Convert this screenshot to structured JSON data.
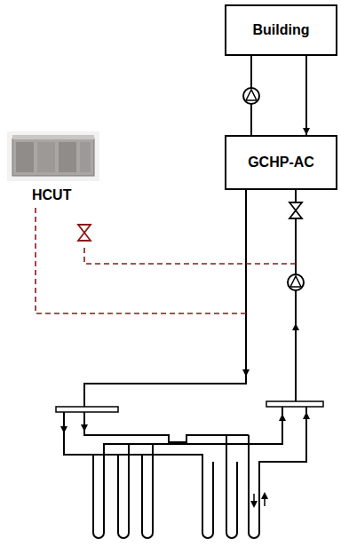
{
  "diagram": {
    "nodes": [
      {
        "text": [
          "Building"
        ]
      },
      {
        "text": [
          "GCHP-AC"
        ]
      }
    ],
    "edges": [
      {
        "from": 1,
        "to": 0,
        "arrow": "none"
      },
      {
        "from": 0,
        "to": 1,
        "arrow": "to"
      }
    ],
    "labels": [
      "HCUT"
    ]
  }
}
